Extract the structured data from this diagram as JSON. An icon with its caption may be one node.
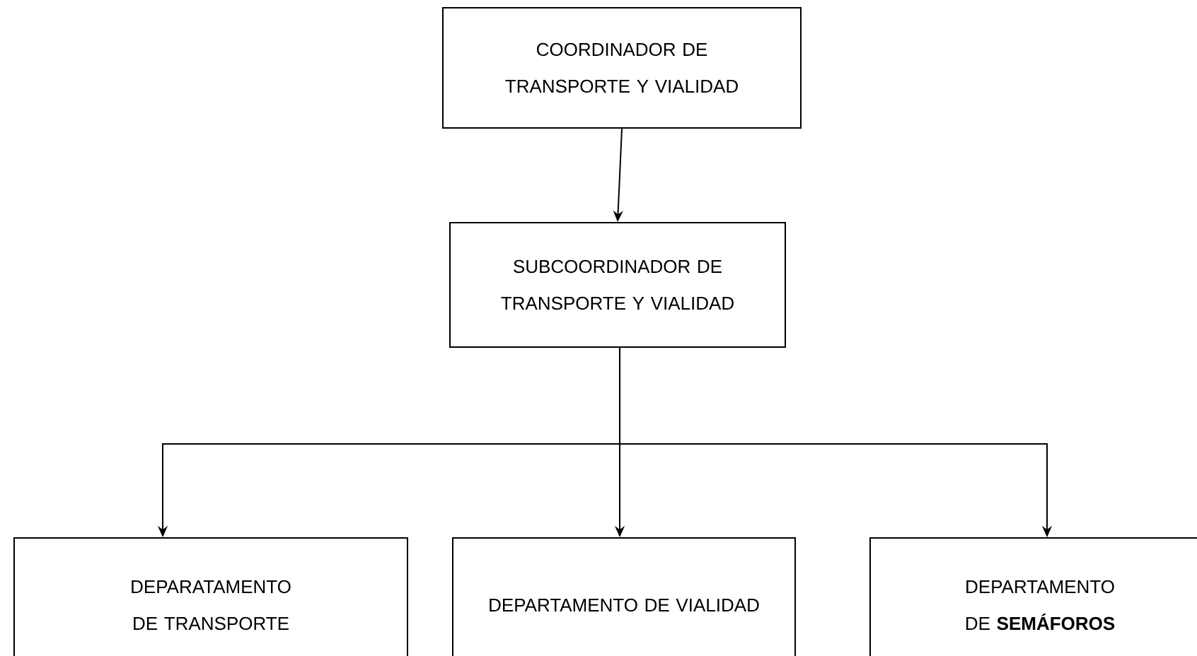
{
  "diagram": {
    "nodes": [
      {
        "text": [
          "COORDINADOR DE TRANSPORTE Y VIALIDAD"
        ]
      },
      {
        "text": [
          "SUBCOORDINADOR DE TRANSPORTE Y VIALIDAD"
        ]
      },
      {
        "text": [
          "DEPARATAMENTO DE TRANSPORTE"
        ]
      },
      {
        "text": [
          "DEPARTAMENTO DE VIALIDAD"
        ]
      },
      {
        "text": [
          "DEPARTAMENTO DE **SEMÁFOROS**"
        ]
      }
    ],
    "edges": [
      {
        "from": 0,
        "to": 1,
        "arrow": "to"
      },
      {
        "from": 1,
        "to": 2,
        "arrow": "to"
      },
      {
        "from": 1,
        "to": 3,
        "arrow": "to"
      },
      {
        "from": 1,
        "to": 4,
        "arrow": "to"
      }
    ]
  }
}
